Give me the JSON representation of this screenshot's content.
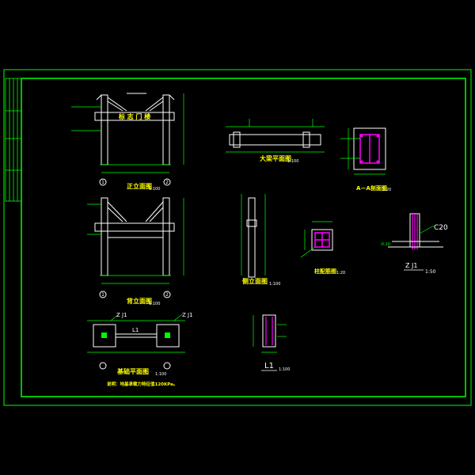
{
  "drawing": {
    "colors": {
      "background": "#000000",
      "frame": "#00ff00",
      "outline": "#ffffff",
      "caption": "#ffff00",
      "rebar": "#ff00ff",
      "dimension": "#00ff00",
      "axis": "#00ffff"
    },
    "views": {
      "front_elevation": {
        "title": "正立面图",
        "scale": "1:100",
        "grid_a": "1",
        "grid_b": "2",
        "sign_text": "标 志 门 楼"
      },
      "back_elevation": {
        "title": "背立面图",
        "scale": "1:100",
        "grid_a": "1",
        "grid_b": "2"
      },
      "beam_plan": {
        "title": "大梁平面图",
        "scale": "1:100"
      },
      "section_aa": {
        "title": "A－A剖面图",
        "scale": "1:20"
      },
      "side_elevation": {
        "title": "侧立面图",
        "scale": "1:100"
      },
      "column_rebar": {
        "title": "柱配筋图",
        "scale": "1:20"
      },
      "zj_detail": {
        "title": "Z J1",
        "scale": "1:50",
        "concrete": "C20",
        "level": "-0.10"
      },
      "foundation_plan": {
        "title": "基础平面图",
        "scale": "1:100",
        "footing_label": "Z J1",
        "beam_label": "L1",
        "note": "说明：地基承载力特征值120KPa。"
      },
      "l1_section": {
        "title": "L1",
        "scale": "1:100"
      }
    }
  }
}
